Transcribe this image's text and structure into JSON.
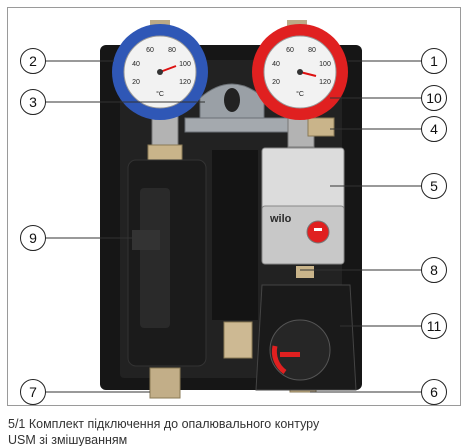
{
  "figure": {
    "callouts": [
      "1",
      "2",
      "3",
      "4",
      "5",
      "6",
      "7",
      "8",
      "9",
      "10",
      "11"
    ],
    "gauge_left": {
      "scale": [
        "20",
        "40",
        "60",
        "80",
        "100",
        "120"
      ],
      "unit": "°C"
    },
    "gauge_right": {
      "scale": [
        "20",
        "40",
        "60",
        "80",
        "100",
        "120"
      ],
      "unit": "°C"
    },
    "pump_brand": "wilo",
    "colors": {
      "blue_ring": "#2f57b6",
      "red_ring": "#e02020",
      "insulation": "#1f1f1f",
      "brass": "#b9a98a",
      "pump_body": "#d9d9d9"
    }
  },
  "caption": {
    "line1": "5/1 Комплект підключення до опалювального контуру",
    "line2": "USM зі змішуванням"
  }
}
